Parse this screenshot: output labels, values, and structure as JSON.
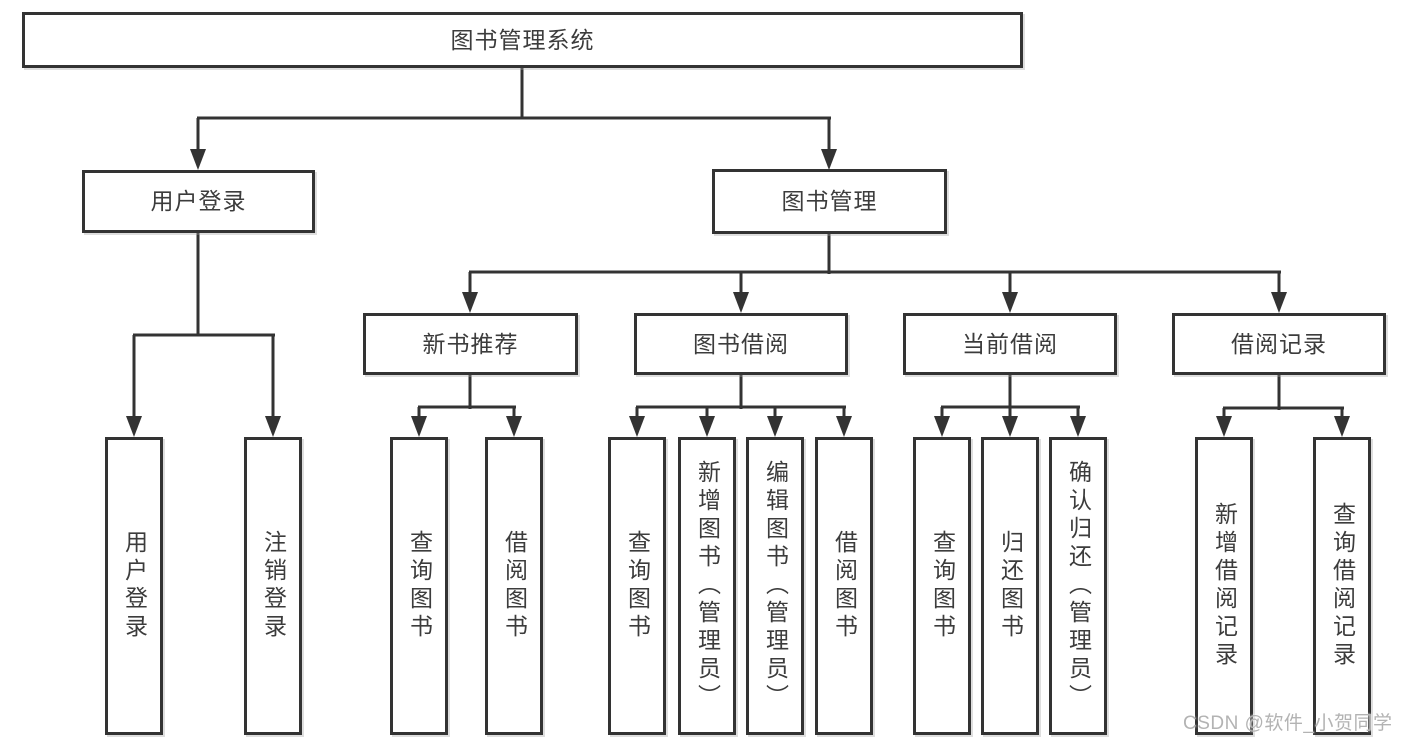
{
  "watermark": "CSDN @软件_小贺同学",
  "diagram": {
    "root": "图书管理系统",
    "user_login_branch": {
      "label": "用户登录",
      "children": [
        "用户登录",
        "注销登录"
      ]
    },
    "book_mgmt_branch": {
      "label": "图书管理",
      "sections": [
        {
          "label": "新书推荐",
          "children": [
            "查询图书",
            "借阅图书"
          ]
        },
        {
          "label": "图书借阅",
          "children": [
            "查询图书",
            "新增图书（管理员）",
            "编辑图书（管理员）",
            "借阅图书"
          ]
        },
        {
          "label": "当前借阅",
          "children": [
            "查询图书",
            "归还图书",
            "确认归还（管理员）"
          ]
        },
        {
          "label": "借阅记录",
          "children": [
            "新增借阅记录",
            "查询借阅记录"
          ]
        }
      ]
    }
  }
}
